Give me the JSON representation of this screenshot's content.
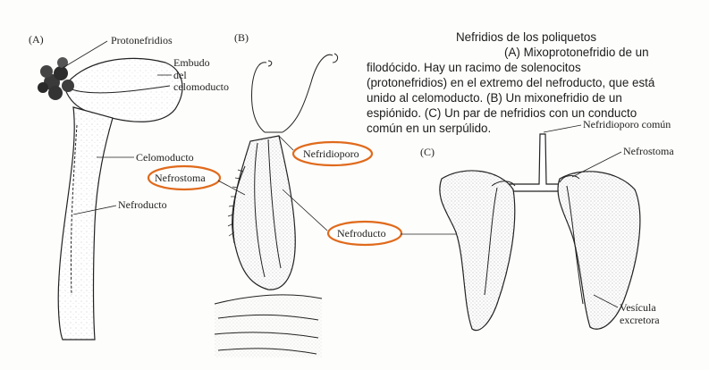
{
  "caption": {
    "lines": [
      "Nefridios de los poliquetos",
      "(A) Mixoprotonefridio de un",
      "filodócido. Hay un racimo de solenocitos",
      "(protonefridios) en el extremo del nefroducto, que está",
      "unido al celomoducto. (B) Un mixonefridio de un",
      "espiónido. (C) Un par de nefridios con un conducto",
      "común en un serpúlido."
    ]
  },
  "panels": {
    "a": {
      "tag": "(A)"
    },
    "b": {
      "tag": "(B)"
    },
    "c": {
      "tag": "(C)"
    }
  },
  "labels": {
    "protonefridios": "Protonefridios",
    "embudo_1": "Embudo",
    "embudo_2": "del",
    "embudo_3": "celomoducto",
    "celomoducto": "Celomoducto",
    "nefroducto_a": "Nefroducto",
    "nefridioporo": "Nefridioporo",
    "nefrostoma_b": "Nefrostoma",
    "nefroducto_b": "Nefroducto",
    "nefridioporo_comun": "Nefridioporo común",
    "nefrostoma_c": "Nefrostoma",
    "vesicula_1": "Vesícula",
    "vesicula_2": "excretora"
  },
  "colors": {
    "highlight": "#e06a1c",
    "ink": "#222222",
    "background": "#fdfdfb"
  }
}
